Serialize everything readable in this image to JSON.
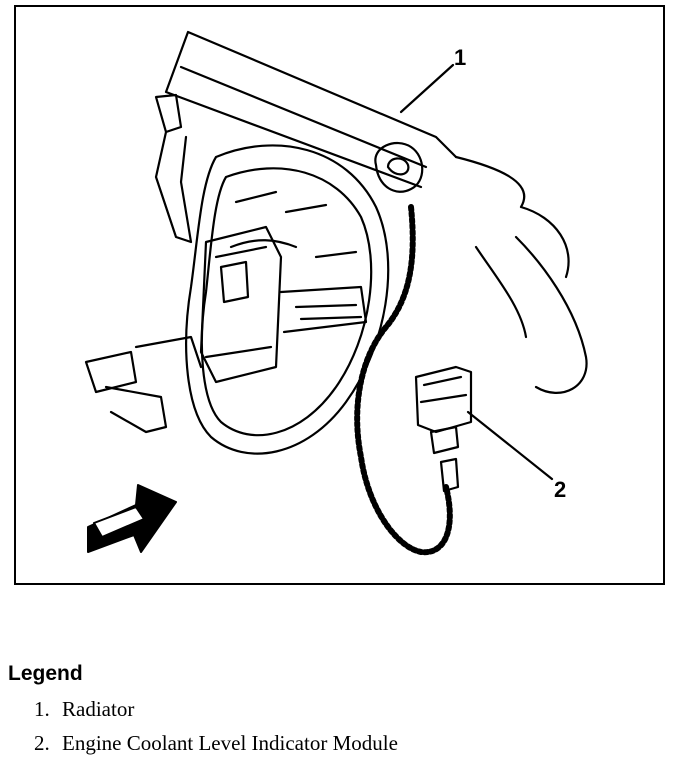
{
  "figure": {
    "callouts": [
      {
        "id": "1",
        "label": "1"
      },
      {
        "id": "2",
        "label": "2"
      }
    ]
  },
  "legend": {
    "title": "Legend",
    "items": [
      {
        "number": "1.",
        "text": "Radiator"
      },
      {
        "number": "2.",
        "text": "Engine Coolant Level Indicator Module"
      }
    ]
  }
}
